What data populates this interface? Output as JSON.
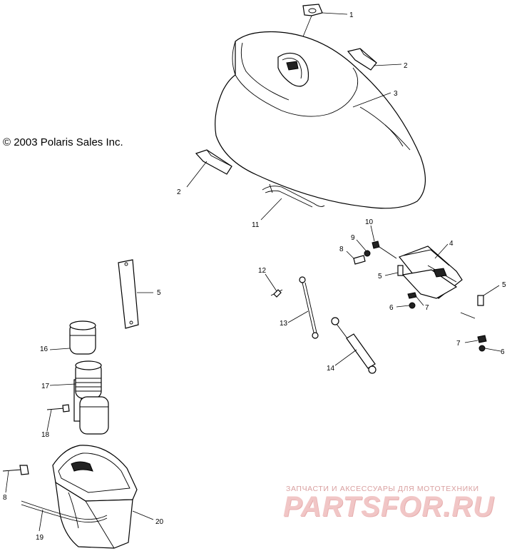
{
  "copyright": "© 2003 Polaris Sales Inc.",
  "callouts": [
    "1",
    "2",
    "3",
    "2",
    "11",
    "10",
    "9",
    "8",
    "4",
    "5",
    "5",
    "12",
    "6",
    "7",
    "13",
    "14",
    "7",
    "6",
    "5",
    "16",
    "17",
    "18",
    "8",
    "19",
    "20"
  ],
  "watermark": {
    "tagline": "ЗАПЧАСТИ И АКСЕССУАРЫ ДЛЯ МОТОТЕХНИКИ",
    "logo": "PARTSFOR.RU"
  },
  "icons": [
    "parts-exploded-diagram"
  ]
}
